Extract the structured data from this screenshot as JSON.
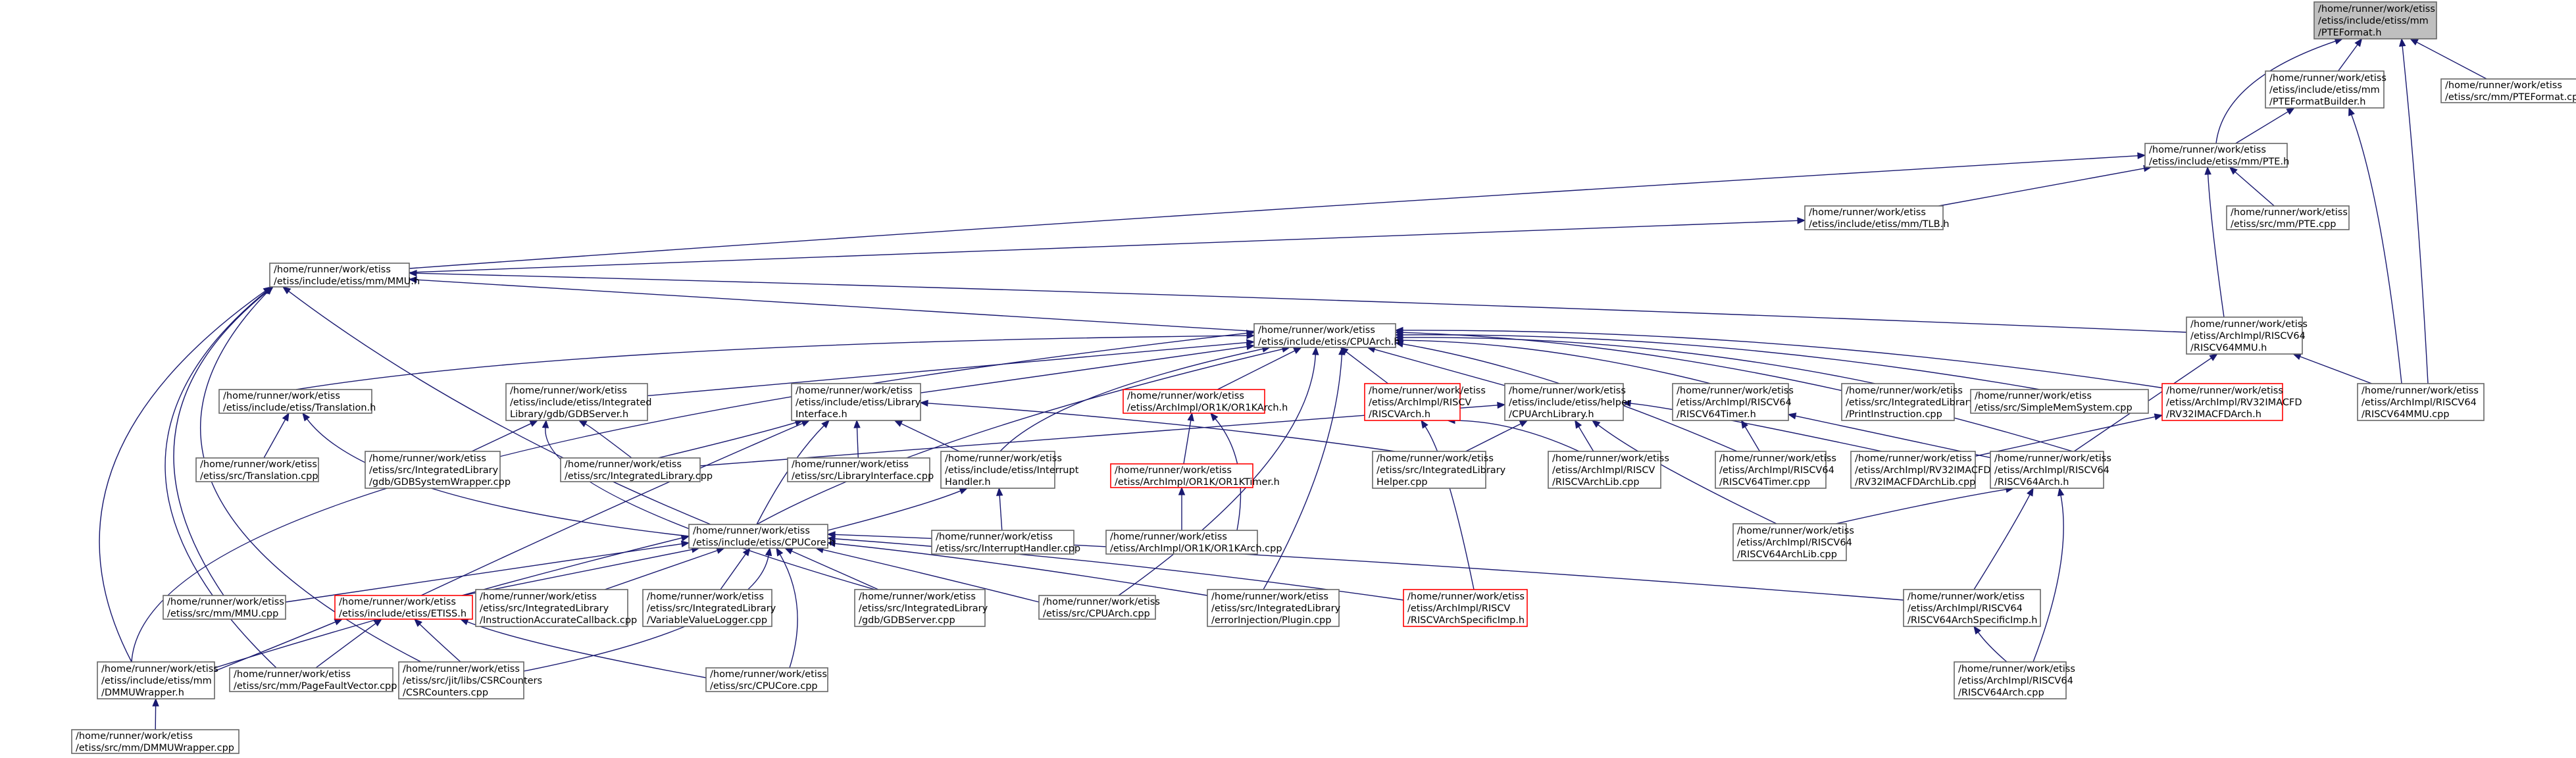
{
  "nodes": [
    {
      "id": "pteformat_h",
      "lines": [
        "/home/runner/work/etiss",
        "/etiss/include/etiss/mm",
        "/PTEFormat.h"
      ],
      "style": "root"
    },
    {
      "id": "pteformatbuilder_h",
      "lines": [
        "/home/runner/work/etiss",
        "/etiss/include/etiss/mm",
        "/PTEFormatBuilder.h"
      ]
    },
    {
      "id": "pteformat_cpp",
      "lines": [
        "/home/runner/work/etiss",
        "/etiss/src/mm/PTEFormat.cpp"
      ]
    },
    {
      "id": "pte_h",
      "lines": [
        "/home/runner/work/etiss",
        "/etiss/include/etiss/mm/PTE.h"
      ]
    },
    {
      "id": "tlb_h",
      "lines": [
        "/home/runner/work/etiss",
        "/etiss/include/etiss/mm/TLB.h"
      ]
    },
    {
      "id": "pte_cpp",
      "lines": [
        "/home/runner/work/etiss",
        "/etiss/src/mm/PTE.cpp"
      ]
    },
    {
      "id": "mmu_h",
      "lines": [
        "/home/runner/work/etiss",
        "/etiss/include/etiss/mm/MMU.h"
      ]
    },
    {
      "id": "riscv64mmu_h",
      "lines": [
        "/home/runner/work/etiss",
        "/etiss/ArchImpl/RISCV64",
        "/RISCV64MMU.h"
      ]
    },
    {
      "id": "cpuarch_h",
      "lines": [
        "/home/runner/work/etiss",
        "/etiss/include/etiss/CPUArch.h"
      ]
    },
    {
      "id": "translation_h",
      "lines": [
        "/home/runner/work/etiss",
        "/etiss/include/etiss/Translation.h"
      ]
    },
    {
      "id": "gdbserver_h",
      "lines": [
        "/home/runner/work/etiss",
        "/etiss/include/etiss/Integrated",
        "Library/gdb/GDBServer.h"
      ]
    },
    {
      "id": "libraryinterface_h",
      "lines": [
        "/home/runner/work/etiss",
        "/etiss/include/etiss/Library",
        "Interface.h"
      ]
    },
    {
      "id": "or1karch_h",
      "lines": [
        "/home/runner/work/etiss",
        "/etiss/ArchImpl/OR1K/OR1KArch.h"
      ],
      "style": "red"
    },
    {
      "id": "riscvarch_h",
      "lines": [
        "/home/runner/work/etiss",
        "/etiss/ArchImpl/RISCV",
        "/RISCVArch.h"
      ],
      "style": "red"
    },
    {
      "id": "cpuarchlibrary_h",
      "lines": [
        "/home/runner/work/etiss",
        "/etiss/include/etiss/helper",
        "/CPUArchLibrary.h"
      ]
    },
    {
      "id": "riscv64timer_h",
      "lines": [
        "/home/runner/work/etiss",
        "/etiss/ArchImpl/RISCV64",
        "/RISCV64Timer.h"
      ]
    },
    {
      "id": "printinstruction_cpp",
      "lines": [
        "/home/runner/work/etiss",
        "/etiss/src/IntegratedLibrary",
        "/PrintInstruction.cpp"
      ]
    },
    {
      "id": "simplememsystem_cpp",
      "lines": [
        "/home/runner/work/etiss",
        "/etiss/src/SimpleMemSystem.cpp"
      ]
    },
    {
      "id": "rv32imacfdarch_h",
      "lines": [
        "/home/runner/work/etiss",
        "/etiss/ArchImpl/RV32IMACFD",
        "/RV32IMACFDArch.h"
      ],
      "style": "red"
    },
    {
      "id": "riscv64mmu_cpp",
      "lines": [
        "/home/runner/work/etiss",
        "/etiss/ArchImpl/RISCV64",
        "/RISCV64MMU.cpp"
      ]
    },
    {
      "id": "translation_cpp",
      "lines": [
        "/home/runner/work/etiss",
        "/etiss/src/Translation.cpp"
      ]
    },
    {
      "id": "gdbsystemwrapper_cpp",
      "lines": [
        "/home/runner/work/etiss",
        "/etiss/src/IntegratedLibrary",
        "/gdb/GDBSystemWrapper.cpp"
      ]
    },
    {
      "id": "integratedlibrary_cpp",
      "lines": [
        "/home/runner/work/etiss",
        "/etiss/src/IntegratedLibrary.cpp"
      ]
    },
    {
      "id": "libraryinterface_cpp",
      "lines": [
        "/home/runner/work/etiss",
        "/etiss/src/LibraryInterface.cpp"
      ]
    },
    {
      "id": "interrupthandler_h",
      "lines": [
        "/home/runner/work/etiss",
        "/etiss/include/etiss/Interrupt",
        "Handler.h"
      ]
    },
    {
      "id": "or1ktimer_h",
      "lines": [
        "/home/runner/work/etiss",
        "/etiss/ArchImpl/OR1K/OR1KTimer.h"
      ],
      "style": "red"
    },
    {
      "id": "integratedlibraryhelper_cpp",
      "lines": [
        "/home/runner/work/etiss",
        "/etiss/src/IntegratedLibrary",
        "Helper.cpp"
      ]
    },
    {
      "id": "riscvarchlib_cpp",
      "lines": [
        "/home/runner/work/etiss",
        "/etiss/ArchImpl/RISCV",
        "/RISCVArchLib.cpp"
      ]
    },
    {
      "id": "riscv64timer_cpp",
      "lines": [
        "/home/runner/work/etiss",
        "/etiss/ArchImpl/RISCV64",
        "/RISCV64Timer.cpp"
      ]
    },
    {
      "id": "rv32imacfdarchlib_cpp",
      "lines": [
        "/home/runner/work/etiss",
        "/etiss/ArchImpl/RV32IMACFD",
        "/RV32IMACFDArchLib.cpp"
      ]
    },
    {
      "id": "riscv64arch_h",
      "lines": [
        "/home/runner/work/etiss",
        "/etiss/ArchImpl/RISCV64",
        "/RISCV64Arch.h"
      ]
    },
    {
      "id": "cpucore_h",
      "lines": [
        "/home/runner/work/etiss",
        "/etiss/include/etiss/CPUCore.h"
      ]
    },
    {
      "id": "interrupthandler_cpp",
      "lines": [
        "/home/runner/work/etiss",
        "/etiss/src/InterruptHandler.cpp"
      ]
    },
    {
      "id": "or1karch_cpp",
      "lines": [
        "/home/runner/work/etiss",
        "/etiss/ArchImpl/OR1K/OR1KArch.cpp"
      ]
    },
    {
      "id": "riscv64archlib_cpp",
      "lines": [
        "/home/runner/work/etiss",
        "/etiss/ArchImpl/RISCV64",
        "/RISCV64ArchLib.cpp"
      ]
    },
    {
      "id": "mmu_cpp",
      "lines": [
        "/home/runner/work/etiss",
        "/etiss/src/mm/MMU.cpp"
      ]
    },
    {
      "id": "etiss_h",
      "lines": [
        "/home/runner/work/etiss",
        "/etiss/include/etiss/ETISS.h"
      ],
      "style": "red"
    },
    {
      "id": "instructionaccuratecallback_cpp",
      "lines": [
        "/home/runner/work/etiss",
        "/etiss/src/IntegratedLibrary",
        "/InstructionAccurateCallback.cpp"
      ]
    },
    {
      "id": "variablevaluelogger_cpp",
      "lines": [
        "/home/runner/work/etiss",
        "/etiss/src/IntegratedLibrary",
        "/VariableValueLogger.cpp"
      ]
    },
    {
      "id": "gdbserver_cpp",
      "lines": [
        "/home/runner/work/etiss",
        "/etiss/src/IntegratedLibrary",
        "/gdb/GDBServer.cpp"
      ]
    },
    {
      "id": "cpuarch_cpp",
      "lines": [
        "/home/runner/work/etiss",
        "/etiss/src/CPUArch.cpp"
      ]
    },
    {
      "id": "errorinjection_cpp",
      "lines": [
        "/home/runner/work/etiss",
        "/etiss/src/IntegratedLibrary",
        "/errorInjection/Plugin.cpp"
      ]
    },
    {
      "id": "riscvarchspecificimp_h",
      "lines": [
        "/home/runner/work/etiss",
        "/etiss/ArchImpl/RISCV",
        "/RISCVArchSpecificImp.h"
      ],
      "style": "red"
    },
    {
      "id": "riscv64archspecificimp_h",
      "lines": [
        "/home/runner/work/etiss",
        "/etiss/ArchImpl/RISCV64",
        "/RISCV64ArchSpecificImp.h"
      ]
    },
    {
      "id": "dmmuwrapper_h",
      "lines": [
        "/home/runner/work/etiss",
        "/etiss/include/etiss/mm",
        "/DMMUWrapper.h"
      ]
    },
    {
      "id": "pagefaultvector_cpp",
      "lines": [
        "/home/runner/work/etiss",
        "/etiss/src/mm/PageFaultVector.cpp"
      ]
    },
    {
      "id": "csrcounters_cpp",
      "lines": [
        "/home/runner/work/etiss",
        "/etiss/src/jit/libs/CSRCounters",
        "/CSRCounters.cpp"
      ]
    },
    {
      "id": "cpucore_cpp",
      "lines": [
        "/home/runner/work/etiss",
        "/etiss/src/CPUCore.cpp"
      ]
    },
    {
      "id": "riscv64arch_cpp",
      "lines": [
        "/home/runner/work/etiss",
        "/etiss/ArchImpl/RISCV64",
        "/RISCV64Arch.cpp"
      ]
    },
    {
      "id": "dmmuwrapper_cpp",
      "lines": [
        "/home/runner/work/etiss",
        "/etiss/src/mm/DMMUWrapper.cpp"
      ]
    }
  ],
  "edges": [
    [
      "pteformatbuilder_h",
      "pteformat_h"
    ],
    [
      "pteformat_cpp",
      "pteformat_h"
    ],
    [
      "pte_h",
      "pteformat_h"
    ],
    [
      "riscv64mmu_cpp",
      "pteformat_h"
    ],
    [
      "pte_h",
      "pteformatbuilder_h"
    ],
    [
      "riscv64mmu_cpp",
      "pteformatbuilder_h"
    ],
    [
      "tlb_h",
      "pte_h"
    ],
    [
      "pte_cpp",
      "pte_h"
    ],
    [
      "mmu_h",
      "pte_h"
    ],
    [
      "riscv64mmu_h",
      "pte_h"
    ],
    [
      "mmu_h",
      "tlb_h"
    ],
    [
      "cpuarch_h",
      "mmu_h"
    ],
    [
      "riscv64mmu_h",
      "mmu_h"
    ],
    [
      "cpucore_h",
      "mmu_h"
    ],
    [
      "mmu_cpp",
      "mmu_h"
    ],
    [
      "dmmuwrapper_h",
      "mmu_h"
    ],
    [
      "pagefaultvector_cpp",
      "mmu_h"
    ],
    [
      "csrcounters_cpp",
      "mmu_h"
    ],
    [
      "riscv64mmu_cpp",
      "riscv64mmu_h"
    ],
    [
      "riscv64arch_h",
      "riscv64mmu_h"
    ],
    [
      "translation_h",
      "cpuarch_h"
    ],
    [
      "gdbserver_h",
      "cpuarch_h"
    ],
    [
      "libraryinterface_h",
      "cpuarch_h"
    ],
    [
      "or1karch_h",
      "cpuarch_h"
    ],
    [
      "riscvarch_h",
      "cpuarch_h"
    ],
    [
      "cpuarchlibrary_h",
      "cpuarch_h"
    ],
    [
      "riscv64timer_h",
      "cpuarch_h"
    ],
    [
      "printinstruction_cpp",
      "cpuarch_h"
    ],
    [
      "simplememsystem_cpp",
      "cpuarch_h"
    ],
    [
      "rv32imacfdarch_h",
      "cpuarch_h"
    ],
    [
      "riscv64arch_h",
      "cpuarch_h"
    ],
    [
      "interrupthandler_h",
      "cpuarch_h"
    ],
    [
      "cpucore_h",
      "cpuarch_h"
    ],
    [
      "cpuarch_cpp",
      "cpuarch_h"
    ],
    [
      "errorinjection_cpp",
      "cpuarch_h"
    ],
    [
      "riscv64timer_cpp",
      "cpuarch_h"
    ],
    [
      "dmmuwrapper_h",
      "cpuarch_h"
    ],
    [
      "translation_cpp",
      "translation_h"
    ],
    [
      "cpucore_h",
      "translation_h"
    ],
    [
      "gdbsystemwrapper_cpp",
      "gdbserver_h"
    ],
    [
      "integratedlibrary_cpp",
      "gdbserver_h"
    ],
    [
      "gdbserver_cpp",
      "gdbserver_h"
    ],
    [
      "integratedlibrary_cpp",
      "libraryinterface_h"
    ],
    [
      "libraryinterface_cpp",
      "libraryinterface_h"
    ],
    [
      "interrupthandler_h",
      "libraryinterface_h"
    ],
    [
      "integratedlibraryhelper_cpp",
      "libraryinterface_h"
    ],
    [
      "cpucore_h",
      "libraryinterface_h"
    ],
    [
      "etiss_h",
      "libraryinterface_h"
    ],
    [
      "or1ktimer_h",
      "or1karch_h"
    ],
    [
      "or1karch_cpp",
      "or1karch_h"
    ],
    [
      "riscvarchlib_cpp",
      "riscvarch_h"
    ],
    [
      "riscvarchspecificimp_h",
      "riscvarch_h"
    ],
    [
      "integratedlibrary_cpp",
      "cpuarchlibrary_h"
    ],
    [
      "integratedlibraryhelper_cpp",
      "cpuarchlibrary_h"
    ],
    [
      "riscvarchlib_cpp",
      "cpuarchlibrary_h"
    ],
    [
      "rv32imacfdarchlib_cpp",
      "cpuarchlibrary_h"
    ],
    [
      "riscv64archlib_cpp",
      "cpuarchlibrary_h"
    ],
    [
      "riscv64timer_cpp",
      "riscv64timer_h"
    ],
    [
      "riscv64arch_h",
      "riscv64timer_h"
    ],
    [
      "rv32imacfdarchlib_cpp",
      "rv32imacfdarch_h"
    ],
    [
      "riscv64archlib_cpp",
      "riscv64arch_h"
    ],
    [
      "riscv64archspecificimp_h",
      "riscv64arch_h"
    ],
    [
      "riscv64arch_cpp",
      "riscv64arch_h"
    ],
    [
      "cpucore_h",
      "interrupthandler_h"
    ],
    [
      "interrupthandler_cpp",
      "interrupthandler_h"
    ],
    [
      "or1karch_cpp",
      "or1ktimer_h"
    ],
    [
      "mmu_cpp",
      "cpucore_h"
    ],
    [
      "etiss_h",
      "cpucore_h"
    ],
    [
      "instructionaccuratecallback_cpp",
      "cpucore_h"
    ],
    [
      "variablevaluelogger_cpp",
      "cpucore_h"
    ],
    [
      "gdbserver_cpp",
      "cpucore_h"
    ],
    [
      "cpuarch_cpp",
      "cpucore_h"
    ],
    [
      "errorinjection_cpp",
      "cpucore_h"
    ],
    [
      "riscvarchspecificimp_h",
      "cpucore_h"
    ],
    [
      "riscv64archspecificimp_h",
      "cpucore_h"
    ],
    [
      "dmmuwrapper_h",
      "cpucore_h"
    ],
    [
      "csrcounters_cpp",
      "cpucore_h"
    ],
    [
      "cpucore_cpp",
      "cpucore_h"
    ],
    [
      "dmmuwrapper_h",
      "etiss_h"
    ],
    [
      "pagefaultvector_cpp",
      "etiss_h"
    ],
    [
      "csrcounters_cpp",
      "etiss_h"
    ],
    [
      "cpucore_cpp",
      "etiss_h"
    ],
    [
      "riscv64arch_cpp",
      "riscv64archspecificimp_h"
    ],
    [
      "dmmuwrapper_cpp",
      "dmmuwrapper_h"
    ]
  ]
}
